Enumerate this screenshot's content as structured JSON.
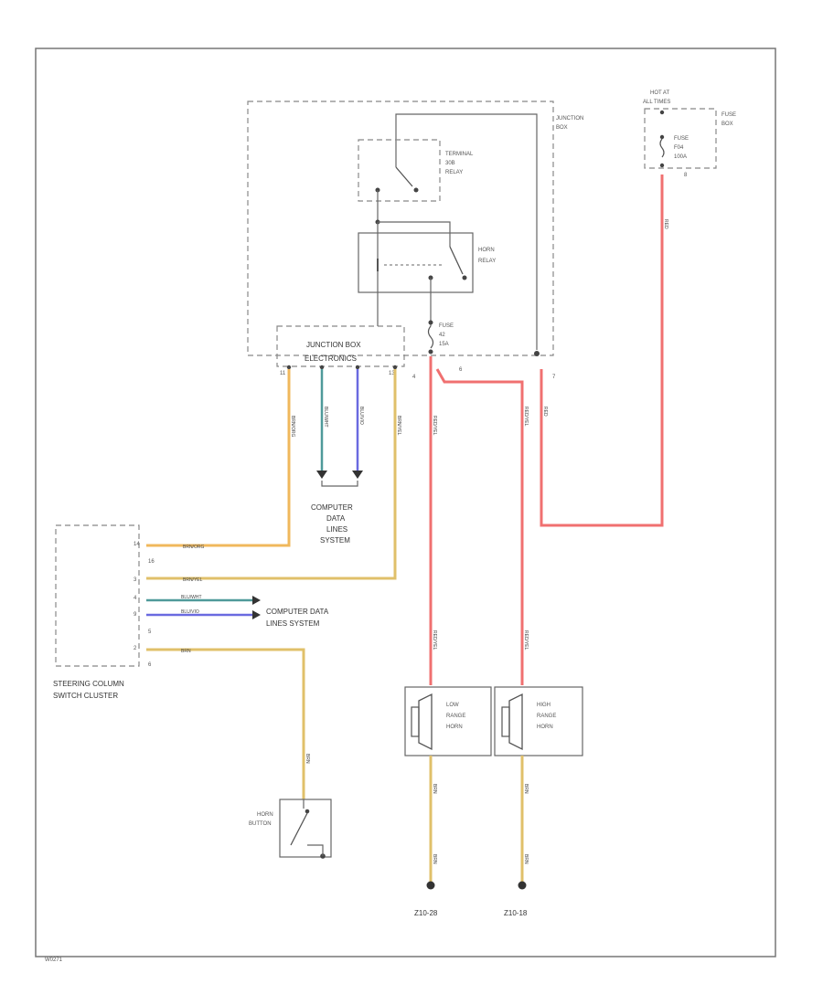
{
  "junction_box": {
    "label_1": "JUNCTION",
    "label_2": "BOX"
  },
  "terminal_relay": {
    "label_1": "TERMINAL",
    "label_2": "30B",
    "label_3": "RELAY"
  },
  "horn_relay": {
    "label_1": "HORN",
    "label_2": "RELAY"
  },
  "fuse_42": {
    "label_1": "FUSE",
    "label_2": "42",
    "label_3": "15A"
  },
  "jb_electronics": {
    "label_1": "JUNCTION BOX",
    "label_2": "ELECTRONICS"
  },
  "hot_at": {
    "label_1": "HOT AT",
    "label_2": "ALL TIMES"
  },
  "fuse_box": {
    "label_1": "FUSE",
    "label_2": "BOX"
  },
  "fuse_f": {
    "label_1": "FUSE",
    "label_2": "F04",
    "label_3": "100A"
  },
  "computer_data_upper": {
    "label_1": "COMPUTER",
    "label_2": "DATA",
    "label_3": "LINES",
    "label_4": "SYSTEM"
  },
  "computer_data_lower": {
    "label_1": "COMPUTER DATA",
    "label_2": "LINES SYSTEM"
  },
  "steering_cluster": {
    "label_1": "STEERING COLUMN",
    "label_2": "SWITCH CLUSTER"
  },
  "horn_button": {
    "label_1": "HORN",
    "label_2": "BUTTON"
  },
  "low_horn": {
    "label_1": "LOW",
    "label_2": "RANGE",
    "label_3": "HORN"
  },
  "high_horn": {
    "label_1": "HIGH",
    "label_2": "RANGE",
    "label_3": "HORN"
  },
  "grounds": {
    "left": "Z10-28",
    "right": "Z10-18"
  },
  "footer_code": "W0271",
  "wires": {
    "brn_org": "BRN/ORG",
    "blu_wht": "BLU/WHT",
    "blu_vio": "BLU/VIO",
    "brn_yel": "BRN/YEL",
    "red": "RED",
    "brn": "BRN",
    "red_yel": "RED/YEL"
  },
  "pins": {
    "p11": "11",
    "p13": "13",
    "p4": "4",
    "p6": "6",
    "p7": "7",
    "p8": "8",
    "s14": "14",
    "s16": "16",
    "s3": "3",
    "s4": "4",
    "s9": "9",
    "s5": "5",
    "s2": "2",
    "s6": "6"
  },
  "colors": {
    "red": "#f07070",
    "orange": "#f0b85c",
    "blue": "#6a6ae0",
    "teal": "#4f9a9a",
    "yellow": "#e0c06a",
    "line": "#666666"
  }
}
